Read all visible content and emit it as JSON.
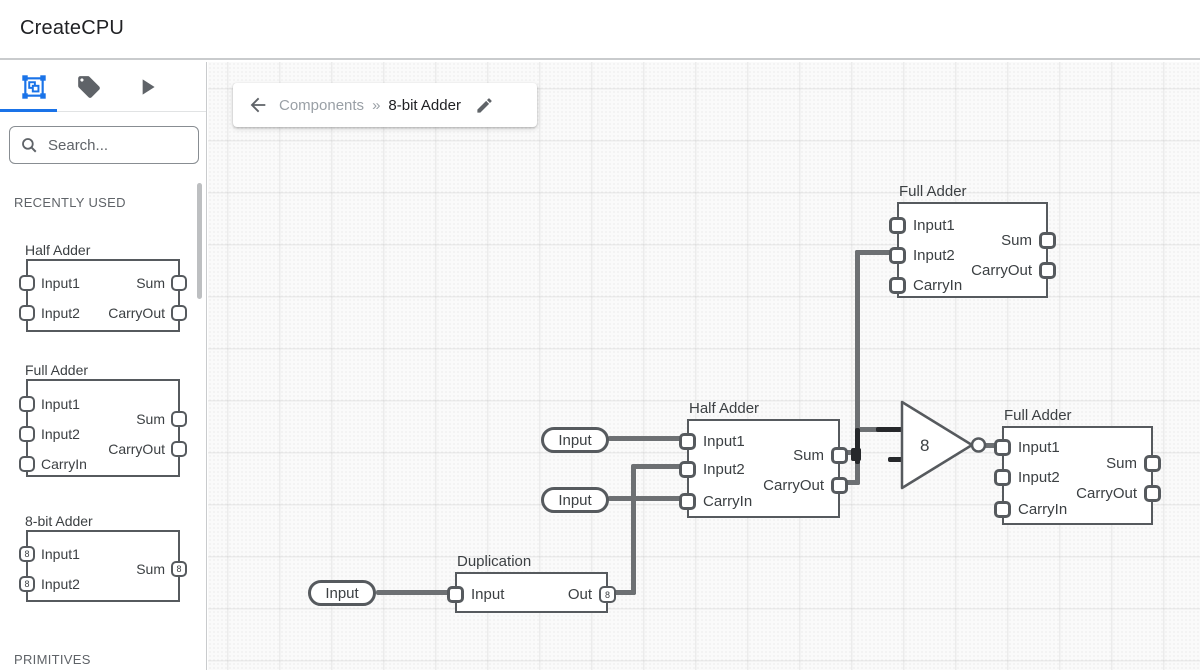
{
  "app": {
    "title": "CreateCPU"
  },
  "sidebar": {
    "tabs": [
      {
        "name": "components",
        "active": true
      },
      {
        "name": "tags",
        "active": false
      },
      {
        "name": "simulate",
        "active": false
      }
    ],
    "search_placeholder": "Search...",
    "section_recent": "RECENTLY USED",
    "section_primitives": "PRIMITIVES",
    "recent": [
      {
        "title": "Half Adder",
        "in1": "Input1",
        "in2": "Input2",
        "out1": "Sum",
        "out2": "CarryOut"
      },
      {
        "title": "Full Adder",
        "in1": "Input1",
        "in2": "Input2",
        "in3": "CarryIn",
        "out1": "Sum",
        "out2": "CarryOut"
      },
      {
        "title": "8-bit Adder",
        "in1": "Input1",
        "in2": "Input2",
        "out1": "Sum",
        "bits": "8"
      }
    ]
  },
  "breadcrumb": {
    "parent": "Components",
    "separator": "»",
    "current": "8-bit Adder"
  },
  "canvas": {
    "nodes": {
      "full_adder_top": {
        "title": "Full Adder",
        "in1": "Input1",
        "in2": "Input2",
        "in3": "CarryIn",
        "out1": "Sum",
        "out2": "CarryOut"
      },
      "half_adder": {
        "title": "Half Adder",
        "in1": "Input1",
        "in2": "Input2",
        "in3": "CarryIn",
        "out1": "Sum",
        "out2": "CarryOut"
      },
      "full_adder_right": {
        "title": "Full Adder",
        "in1": "Input1",
        "in2": "Input2",
        "in3": "CarryIn",
        "out1": "Sum",
        "out2": "CarryOut"
      },
      "duplication": {
        "title": "Duplication",
        "in1": "Input",
        "out1": "Out",
        "bits": "8"
      },
      "merger": {
        "label": "8"
      },
      "input_a": "Input",
      "input_b": "Input",
      "input_c": "Input"
    }
  },
  "colors": {
    "accent_blue": "#1a73e8",
    "stroke": "#565a5e",
    "wire": "#6d7073",
    "wire_active": "#26282b"
  }
}
